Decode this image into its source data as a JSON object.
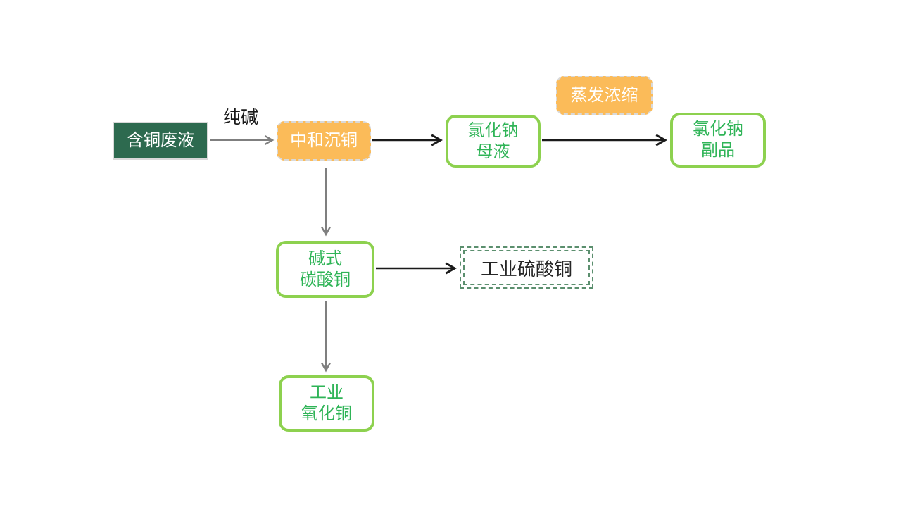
{
  "flowchart": {
    "background": "#FFFFFF",
    "colors": {
      "dark_green_fill": "#2D6A4F",
      "orange_fill": "#FBBB59",
      "gray_dashed_border": "#D9D9D9",
      "green_border": "#8DD14F",
      "green_text": "#2FB457",
      "sulfate_dashed_border": "#5B8F6E",
      "sulfate_text": "#262626",
      "arrow_gray": "#7F7F7F",
      "arrow_black": "#1A1A1A",
      "waste_text": "#FFFFFF",
      "orange_text": "#FFFFFF"
    },
    "nodes": {
      "waste": {
        "label": "含铜废液"
      },
      "neutralize": {
        "label": "中和沉铜"
      },
      "mother_liquor": {
        "label": "氯化钠\n母液"
      },
      "evaporate": {
        "label": "蒸发浓缩"
      },
      "byproduct": {
        "label": "氯化钠\n副品"
      },
      "carbonate": {
        "label": "碱式\n碳酸铜"
      },
      "sulfate": {
        "label": "工业硫酸铜"
      },
      "oxide": {
        "label": "工业\n氧化铜"
      }
    },
    "edge_labels": {
      "soda_ash": "纯碱"
    }
  }
}
